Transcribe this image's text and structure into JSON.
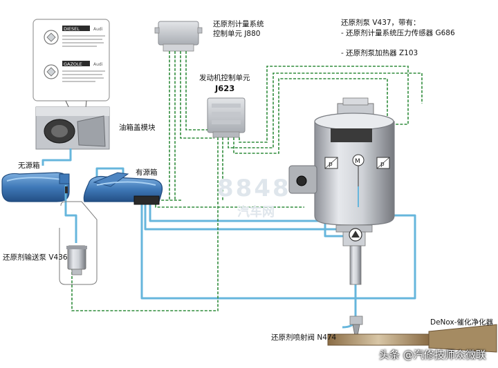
{
  "labels": {
    "j880_line1": "还原剂计量系统",
    "j880_line2": "控制单元 J880",
    "v437_line1": "还原剂泵 V437，带有：",
    "v437_line2": "- 还原剂计量系统压力传感器 G686",
    "v437_line3": "- 还原剂泵加热器 Z103",
    "j623_line1": "发动机控制单元",
    "j623_line2": "J623",
    "fuel_cap": "油箱盖模块",
    "passive_tank": "无源箱",
    "active_tank": "有源箱",
    "delivery_pump": "还原剂输送泵 V436",
    "injector": "还原剂喷射阀 N474",
    "denox": "DeNox-催化净化器"
  },
  "fuel_cap_panel": {
    "badge_diesel": "DIESEL",
    "badge_gazole": "GAZOLE",
    "brand": "Audi"
  },
  "pump_symbols": {
    "left_sensor": "p",
    "motor": "M",
    "right_sensor": "p"
  },
  "watermark": {
    "number": "8848",
    "text": "汽车网"
  },
  "credit": "头条 @汽修技师众微联",
  "colors": {
    "hydraulic_line": "#66b6dc",
    "electrical_line": "#2e8b3a",
    "tank_blue": "#3d74b0"
  }
}
